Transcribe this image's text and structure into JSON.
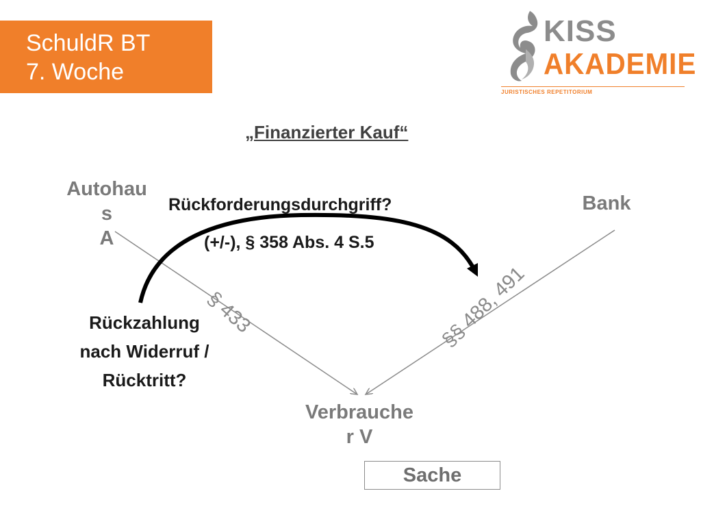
{
  "header": {
    "line1": "SchuldR BT",
    "line2": "7. Woche"
  },
  "logo": {
    "word1": "KISS",
    "word2": "AKADEMIE",
    "subtitle": "JURISTISCHES REPETITORIUM"
  },
  "diagram": {
    "heading": "„Finanzierter Kauf“",
    "party_a": [
      "Autohau",
      "s",
      "A"
    ],
    "party_bank": "Bank",
    "party_v": [
      "Verbrauche",
      "r V"
    ],
    "question_durchgriff": "Rückforderungsdurchgriff?",
    "question_paragraph": "(+/-), § 358 Abs. 4 S.5",
    "question_rueckzahlung": [
      "Rückzahlung",
      "nach Widerruf /",
      "Rücktritt?"
    ],
    "label_433": "§ 433",
    "label_488": "§§ 488, 491",
    "box_sache": "Sache"
  },
  "colors": {
    "accent": "#f07f2a",
    "gray": "#8a8a8a",
    "dark": "#1a1a1a"
  }
}
